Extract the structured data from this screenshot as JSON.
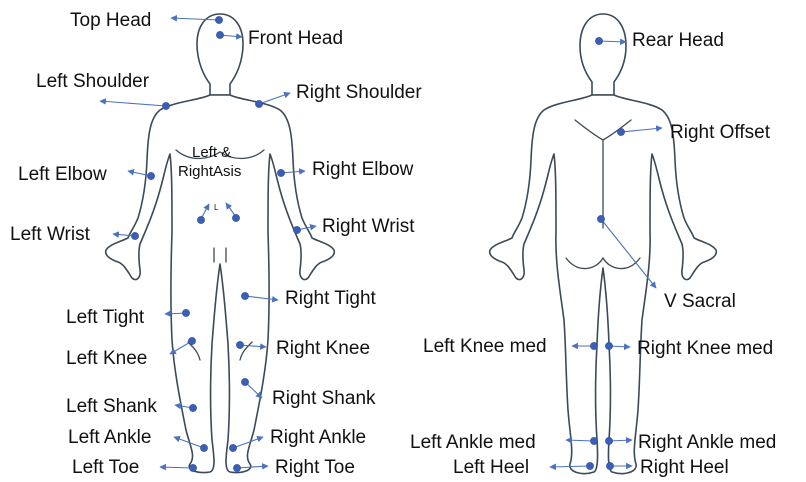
{
  "labels": {
    "top_head": "Top Head",
    "front_head": "Front Head",
    "left_shoulder": "Left Shoulder",
    "right_shoulder": "Right Shoulder",
    "left_and": "Left &",
    "right_asis": "RightAsis",
    "asis_mark": "L",
    "left_elbow": "Left Elbow",
    "right_elbow": "Right Elbow",
    "left_wrist": "Left Wrist",
    "right_wrist": "Right Wrist",
    "left_tight": "Left Tight",
    "right_tight": "Right Tight",
    "left_knee": "Left Knee",
    "right_knee": "Right Knee",
    "left_shank": "Left Shank",
    "right_shank": "Right Shank",
    "left_ankle": "Left Ankle",
    "right_ankle": "Right Ankle",
    "left_toe": "Left Toe",
    "right_toe": "Right Toe",
    "rear_head": "Rear Head",
    "right_offset": "Right Offset",
    "v_sacral": "V Sacral",
    "left_knee_med": "Left Knee med",
    "right_knee_med": "Right Knee med",
    "left_ankle_med": "Left Ankle med",
    "right_ankle_med": "Right Ankle med",
    "left_heel": "Left Heel",
    "right_heel": "Right Heel"
  },
  "colors": {
    "marker": "#3a5fb8",
    "leader": "#4a72c0",
    "outline": "#3b4a57",
    "text": "#111111"
  }
}
